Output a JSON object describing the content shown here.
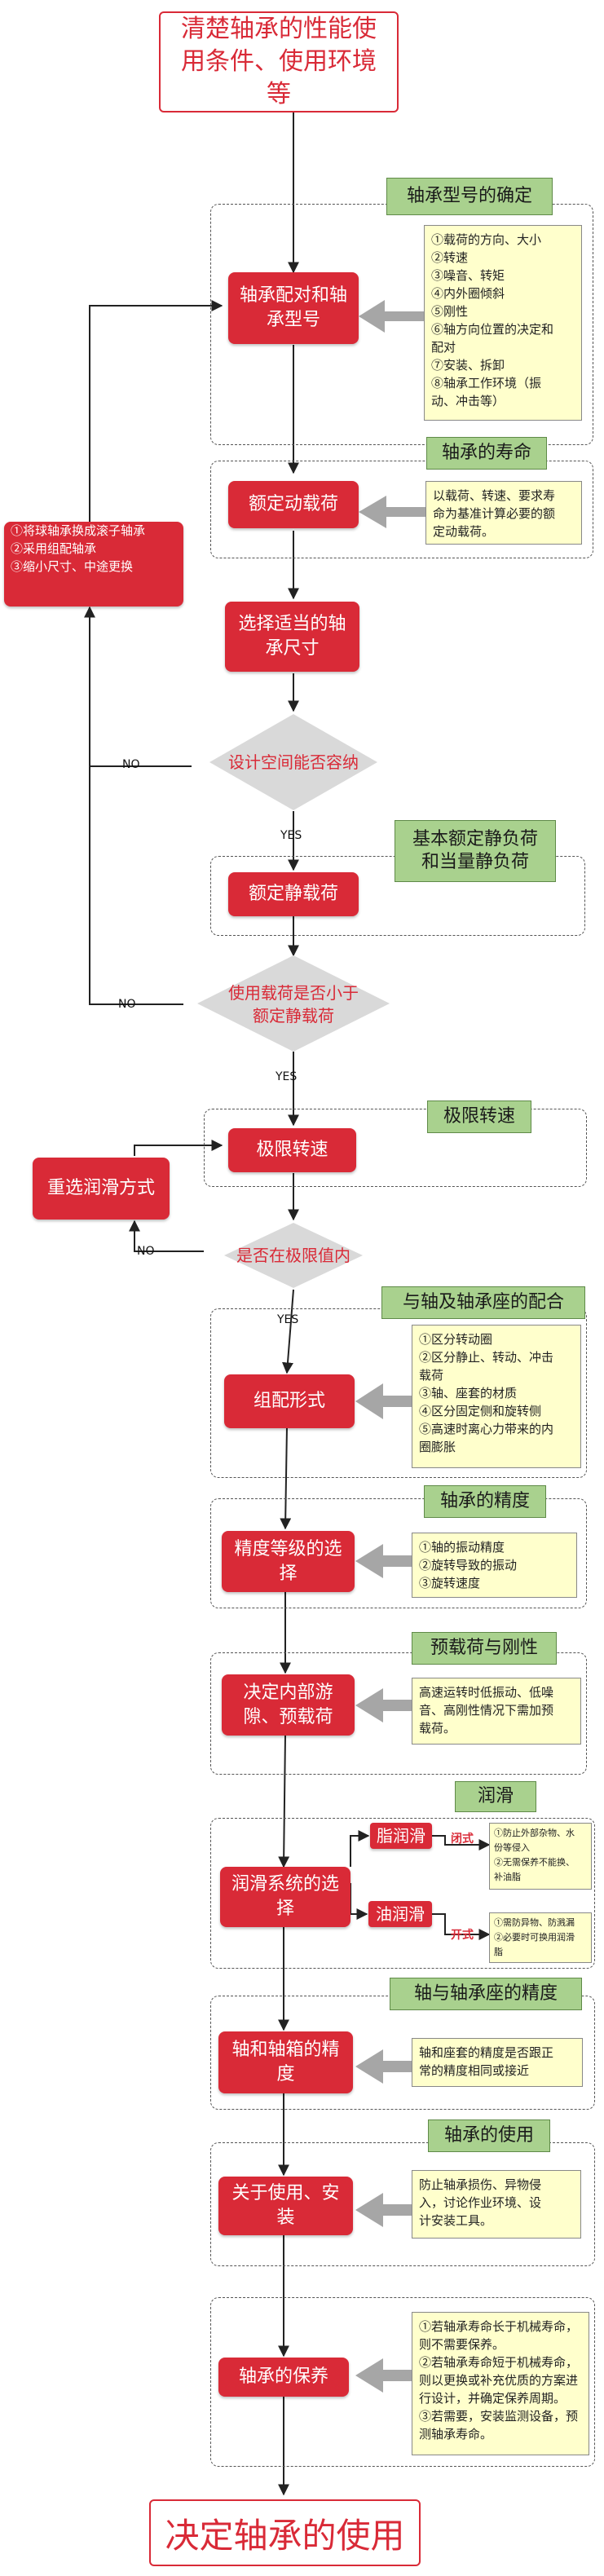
{
  "title": "清楚轴承的性能使用条件、使用环境等",
  "final": "决定轴承的使用",
  "sections": {
    "s1": "轴承型号的确定",
    "s2": "轴承的寿命",
    "s3": "基本额定静负荷和当量静负荷",
    "s4": "极限转速",
    "s5": "与轴及轴承座的配合",
    "s6": "轴承的精度",
    "s7": "预载荷与刚性",
    "s8": "润滑",
    "s9": "轴与轴承座的精度",
    "s10": "轴承的使用"
  },
  "steps": {
    "p1": "轴承配对和轴承型号",
    "p2": "额定动载荷",
    "p3": "选择适当的轴承尺寸",
    "p4": "额定静载荷",
    "p5": "极限转速",
    "p6": "组配形式",
    "p7": "精度等级的选择",
    "p8": "决定内部游隙、预载荷",
    "p9": "润滑系统的选择",
    "p10": "轴和轴箱的精度",
    "p11": "关于使用、安装",
    "p12": "轴承的保养",
    "grease": "脂润滑",
    "oil": "油润滑",
    "relube": "重选润滑方式"
  },
  "decisions": {
    "d1": "设计空间能否容纳",
    "d2": "使用载荷是否小于额定静载荷",
    "d3": "是否在极限值内"
  },
  "labels": {
    "no": "NO",
    "yes": "YES",
    "closed": "闭式",
    "open": "开式"
  },
  "side_note": [
    "①将球轴承换成滚子轴承",
    "②采用组配轴承",
    "③缩小尺寸、中途更换"
  ],
  "notes": {
    "n1": [
      "①载荷的方向、大小",
      "②转速",
      "③噪音、转矩",
      "④内外圈倾斜",
      "⑤刚性",
      "⑥轴方向位置的决定和",
      "配对",
      "⑦安装、拆卸",
      "⑧轴承工作环境（振",
      "动、冲击等）"
    ],
    "n2": [
      "以载荷、转速、要求寿",
      "命为基准计算必要的额",
      "定动载荷。"
    ],
    "n5": [
      "①区分转动圈",
      "②区分静止、转动、冲击",
      "载荷",
      "③轴、座套的材质",
      "④区分固定侧和旋转侧",
      "⑤高速时离心力带来的内",
      "圈膨胀"
    ],
    "n6": [
      "①轴的振动精度",
      "②旋转导致的振动",
      "③旋转速度"
    ],
    "n7": [
      "高速运转时低振动、低噪",
      "音、高刚性情况下需加预",
      "载荷。"
    ],
    "n8a": [
      "①防止外部杂物、水",
      "份等侵入",
      "②无需保养不能换、",
      "补油脂"
    ],
    "n8b": [
      "①需防异物、防溅漏",
      "②必要时可换用润滑",
      "脂"
    ],
    "n9": [
      "轴和座套的精度是否跟正",
      "常的精度相同或接近"
    ],
    "n10": [
      "防止轴承损伤、异物侵",
      "入，讨论作业环境、设",
      "计安装工具。"
    ],
    "n11": [
      "①若轴承寿命长于机械寿命，",
      "则不需要保养。",
      "②若轴承寿命短于机械寿命，",
      "则以更换或补充优质的方案进",
      "行设计，并确定保养周期。",
      "③若需要，安装监测设备，预",
      "测轴承寿命。"
    ]
  },
  "colors": {
    "red": "#d92a37",
    "green": "#a9d18e",
    "note": "#ffffcc",
    "diamond": "#d9d9d9",
    "arrow": "#999999"
  }
}
